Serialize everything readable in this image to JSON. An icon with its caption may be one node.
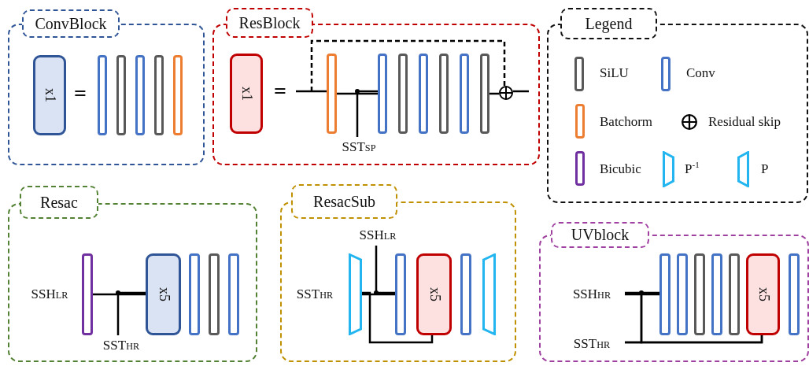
{
  "diagram": {
    "nodes": [
      {
        "text": [
          "ConvBlock"
        ]
      },
      {
        "text": [
          "x1"
        ],
        "in": 0
      },
      {
        "text": [],
        "shape": "bar",
        "in": 0
      },
      {
        "text": [],
        "shape": "bar",
        "in": 0
      },
      {
        "text": [],
        "shape": "bar",
        "in": 0
      },
      {
        "text": [],
        "shape": "bar",
        "in": 0
      },
      {
        "text": [],
        "shape": "bar",
        "in": 0
      },
      {
        "text": [
          "ResBlock"
        ]
      },
      {
        "text": [
          "x1"
        ],
        "in": 7
      },
      {
        "text": [],
        "shape": "bar",
        "in": 7
      },
      {
        "text": [],
        "shape": "bar",
        "in": 7
      },
      {
        "text": [],
        "shape": "bar",
        "in": 7
      },
      {
        "text": [],
        "shape": "bar",
        "in": 7
      },
      {
        "text": [],
        "shape": "bar",
        "in": 7
      },
      {
        "text": [],
        "shape": "bar",
        "in": 7
      },
      {
        "text": [],
        "shape": "bar",
        "in": 7
      },
      {
        "text": [],
        "shape": "circle",
        "in": 7
      },
      {
        "text": [
          "SST$_{SP}$"
        ],
        "in": 7
      },
      {
        "text": [
          "Legend"
        ]
      },
      {
        "text": [
          "Resac"
        ]
      },
      {
        "text": [],
        "shape": "bar",
        "in": 19,
        "beside": [
          "SSH$_{LR}$"
        ]
      },
      {
        "text": [
          "x5"
        ],
        "in": 19
      },
      {
        "text": [],
        "shape": "bar",
        "in": 19
      },
      {
        "text": [],
        "shape": "bar",
        "in": 19
      },
      {
        "text": [],
        "shape": "bar",
        "in": 19
      },
      {
        "text": [
          "SST$_{HR}$"
        ],
        "in": 19
      },
      {
        "text": [
          "ResacSub"
        ]
      },
      {
        "text": [
          "SSH$_{LR}$"
        ],
        "in": 26
      },
      {
        "text": [],
        "shape": "trapezoid",
        "in": 26,
        "beside": [
          "SST$_{HR}$"
        ]
      },
      {
        "text": [],
        "shape": "bar",
        "in": 26
      },
      {
        "text": [
          "x5"
        ],
        "in": 26
      },
      {
        "text": [],
        "shape": "bar",
        "in": 26
      },
      {
        "text": [],
        "shape": "trapezoid",
        "in": 26
      },
      {
        "text": [
          "UVblock"
        ]
      },
      {
        "text": [
          "SSH$_{HR}$"
        ],
        "in": 33
      },
      {
        "text": [
          "SST$_{HR}$"
        ],
        "in": 33
      },
      {
        "text": [],
        "shape": "bar",
        "in": 33
      },
      {
        "text": [],
        "shape": "bar",
        "in": 33
      },
      {
        "text": [],
        "shape": "bar",
        "in": 33
      },
      {
        "text": [],
        "shape": "bar",
        "in": 33
      },
      {
        "text": [],
        "shape": "bar",
        "in": 33
      },
      {
        "text": [
          "x5"
        ],
        "in": 33
      },
      {
        "text": [],
        "shape": "bar",
        "in": 33
      }
    ],
    "edges": [
      {
        "from": null,
        "to": 9,
        "arrow": "none"
      },
      {
        "from": 9,
        "to": 10,
        "arrow": "none"
      },
      {
        "from": 17,
        "to": 10,
        "arrow": "none"
      },
      {
        "from": 15,
        "to": 16,
        "arrow": "none"
      },
      {
        "from": 16,
        "to": null,
        "arrow": "none"
      },
      {
        "from": null,
        "to": 16,
        "arrow": "none",
        "style": "dashed"
      },
      {
        "from": 20,
        "to": 21,
        "arrow": "none"
      },
      {
        "from": 25,
        "to": 21,
        "arrow": "none"
      },
      {
        "from": 28,
        "to": 29,
        "arrow": "none"
      },
      {
        "from": 27,
        "to": 29,
        "arrow": "none"
      },
      {
        "from": 28,
        "to": 30,
        "arrow": "none"
      },
      {
        "from": 34,
        "to": 36,
        "arrow": "none"
      },
      {
        "from": 35,
        "to": 36,
        "arrow": "none"
      },
      {
        "from": 34,
        "to": 41,
        "arrow": "none"
      },
      {
        "from": 35,
        "to": 41,
        "arrow": "none"
      }
    ],
    "labels": [
      "=",
      "="
    ],
    "legend": [
      {
        "text": "SiLU"
      },
      {
        "text": "Conv"
      },
      {
        "text": "Batchorm"
      },
      {
        "text": "Residual skip"
      },
      {
        "text": "Bicubic"
      },
      {
        "text": "P$^{-1}$"
      },
      {
        "text": "P"
      }
    ]
  }
}
